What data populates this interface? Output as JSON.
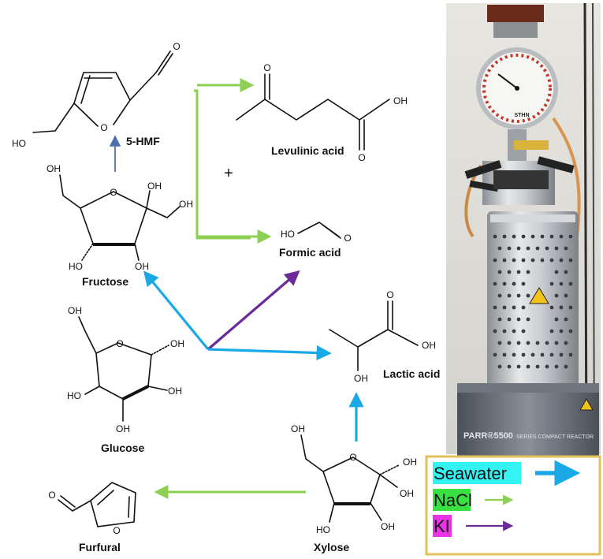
{
  "compounds": {
    "hmf": "5-HMF",
    "levulinic": "Levulinic acid",
    "formic": "Formic acid",
    "fructose": "Fructose",
    "glucose": "Glucose",
    "lactic": "Lactic acid",
    "furfural": "Furfural",
    "xylose": "Xylose"
  },
  "plus_sign": "+",
  "atoms": {
    "O": "O",
    "OH": "OH",
    "HO": "HO"
  },
  "photo": {
    "brand": "PARR®5500",
    "series": "SERIES COMPACT REACTOR",
    "gauge_text": "STHN"
  },
  "legend": {
    "items": [
      {
        "label": "Seawater",
        "bg": "#33f3f3",
        "arrow_color": "#1ba9e6"
      },
      {
        "label": "NaCl",
        "bg": "#38e041",
        "arrow_color": "#8ccf52"
      },
      {
        "label": "KI",
        "bg": "#ea32e6",
        "arrow_color": "#6a2a9a"
      }
    ],
    "border_color": "#e3c15a"
  },
  "colors": {
    "seawater_arrow": "#1ba9e6",
    "nacl_arrow": "#8ccf52",
    "ki_arrow": "#6a2a9a",
    "hmf_arrow": "#4b6fb0"
  }
}
